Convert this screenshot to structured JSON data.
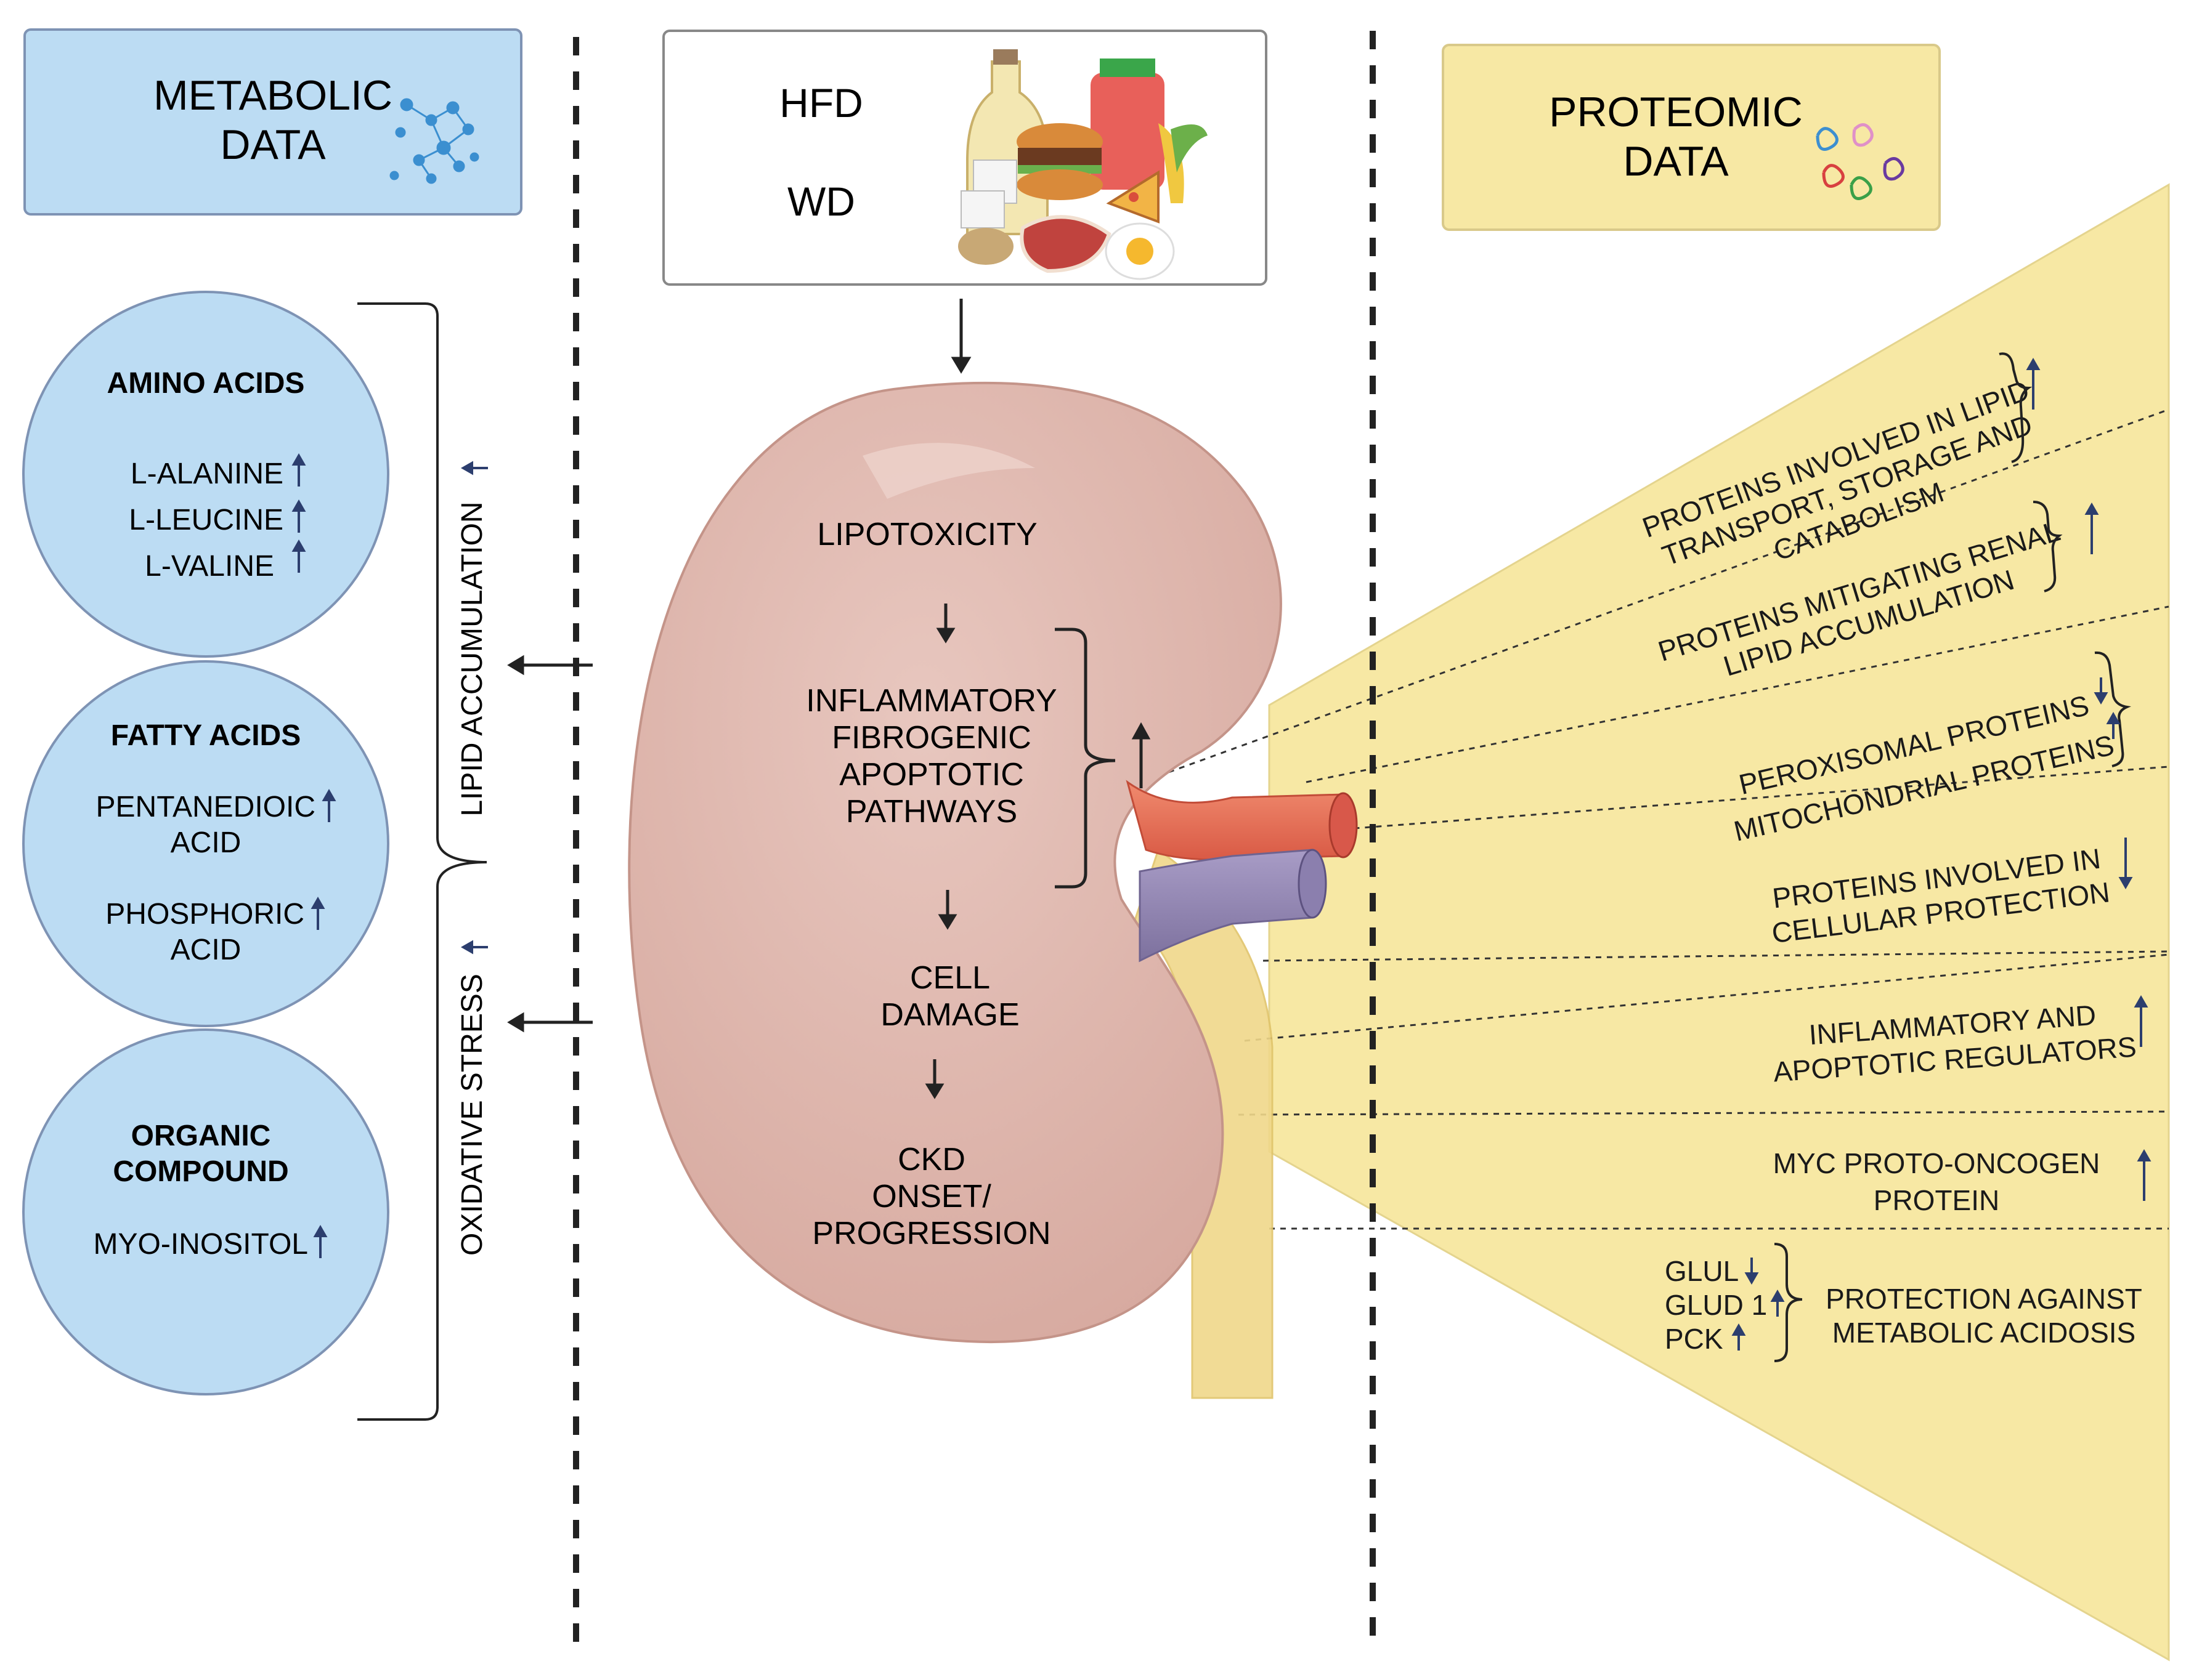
{
  "metabolic_panel": {
    "title_line1": "METABOLIC",
    "title_line2": "DATA",
    "fill": "#bcdcf3",
    "groups": [
      {
        "title_lines": [
          "AMINO ACIDS"
        ],
        "items": [
          {
            "lines": [
              "L-ALANINE"
            ],
            "direction": "up"
          },
          {
            "lines": [
              "L-LEUCINE"
            ],
            "direction": "up"
          },
          {
            "lines": [
              "L-VALINE"
            ],
            "direction": "up"
          }
        ]
      },
      {
        "title_lines": [
          "FATTY ACIDS"
        ],
        "items": [
          {
            "lines": [
              "PENTANEDIOIC",
              "ACID"
            ],
            "direction": "up"
          },
          {
            "lines": [
              "PHOSPHORIC",
              "ACID"
            ],
            "direction": "up"
          }
        ]
      },
      {
        "title_lines": [
          "ORGANIC",
          "COMPOUND"
        ],
        "items": [
          {
            "lines": [
              "MYO-INOSITOL"
            ],
            "direction": "up"
          }
        ]
      }
    ],
    "vertical_labels": [
      {
        "text": "LIPID ACCUMULATION",
        "direction": "up"
      },
      {
        "text": "OXIDATIVE STRESS",
        "direction": "up"
      }
    ]
  },
  "diet_box": {
    "labels": [
      "HFD",
      "WD"
    ]
  },
  "kidney": {
    "fill": "#e0bdb4",
    "stages": [
      [
        "LIPOTOXICITY"
      ],
      [
        "INFLAMMATORY",
        "FIBROGENIC",
        "APOPTOTIC",
        "PATHWAYS"
      ],
      [
        "CELL",
        "DAMAGE"
      ],
      [
        "CKD",
        "ONSET/",
        "PROGRESSION"
      ]
    ],
    "pathways_direction": "up"
  },
  "proteomic_panel": {
    "title_line1": "PROTEOMIC",
    "title_line2": "DATA",
    "fill": "#f7e8a4",
    "findings": [
      {
        "lines": [
          "PROTEINS INVOLVED IN LIPID",
          "TRANSPORT, STORAGE AND",
          "CATABOLISM"
        ],
        "direction": "up"
      },
      {
        "lines": [
          "PROTEINS MITIGATING RENAL",
          "LIPID ACCUMULATION"
        ],
        "direction": "up"
      },
      {
        "lines": [
          "PEROXISOMAL PROTEINS",
          "MITOCHONDRIAL PROTEINS"
        ],
        "directions": [
          "down",
          "up"
        ]
      },
      {
        "lines": [
          "PROTEINS INVOLVED IN",
          "CELLULAR PROTECTION"
        ],
        "direction": "down"
      },
      {
        "lines": [
          "INFLAMMATORY AND",
          "APOPTOTIC REGULATORS"
        ],
        "direction": "up"
      },
      {
        "lines": [
          "MYC PROTO-ONCOGEN",
          "PROTEIN"
        ],
        "direction": "up"
      }
    ],
    "acidosis": {
      "genes": [
        {
          "name": "GLUL",
          "direction": "down"
        },
        {
          "name": "GLUD 1",
          "direction": "up"
        },
        {
          "name": "PCK",
          "direction": "up"
        }
      ],
      "lines": [
        "PROTECTION AGAINST",
        "METABOLIC ACIDOSIS"
      ]
    }
  },
  "colors": {
    "arrow_blue": "#2c3e6e",
    "metabolic_border": "#7e93b4",
    "proteomic_border": "#d9c98a",
    "artery": "#e8735c",
    "vein": "#9b8fb8",
    "ureter": "#f0d070"
  }
}
